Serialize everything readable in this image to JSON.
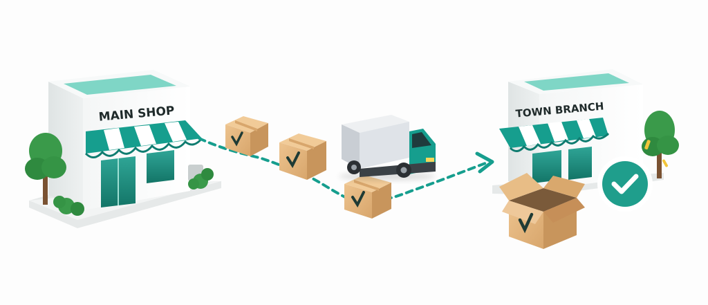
{
  "main_shop": {
    "name": "MAIN SHOP"
  },
  "branch_shop": {
    "name": "TOWN BRANCH"
  },
  "colors": {
    "teal": "#169e8e",
    "teal_dark": "#0f7c70",
    "roof_glass": "#7fd6c6",
    "cardboard": "#e2b37b",
    "cardboard_dark": "#c8955c",
    "tree_green": "#3a9a4a",
    "check_badge": "#1f9e8c"
  },
  "icons": {
    "route": "dashed-route-arrow",
    "delivery_status": "check-icon"
  }
}
